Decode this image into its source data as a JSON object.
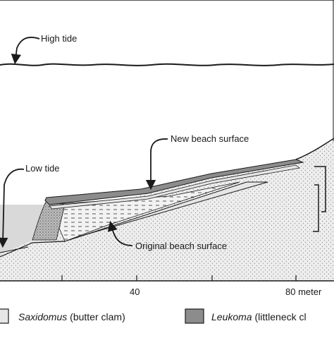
{
  "labels": {
    "high_tide": "High tide",
    "low_tide": "Low tide",
    "new_beach_surface": "New beach surface",
    "original_beach_surface": "Original beach surface"
  },
  "axis": {
    "ticks": [
      "40",
      "80 meter"
    ]
  },
  "legend": [
    {
      "genus": "Saxidomus",
      "common": " (butter clam)",
      "fill": "#e6e6e6"
    },
    {
      "genus": "Leukoma",
      "common": " (littleneck cl",
      "fill": "#8c8c8c"
    }
  ],
  "colors": {
    "water": "#d9d9d9",
    "sediment_dark": "#8c8c8c",
    "sediment_light": "#e6e6e6",
    "line": "#1a1a1a"
  }
}
